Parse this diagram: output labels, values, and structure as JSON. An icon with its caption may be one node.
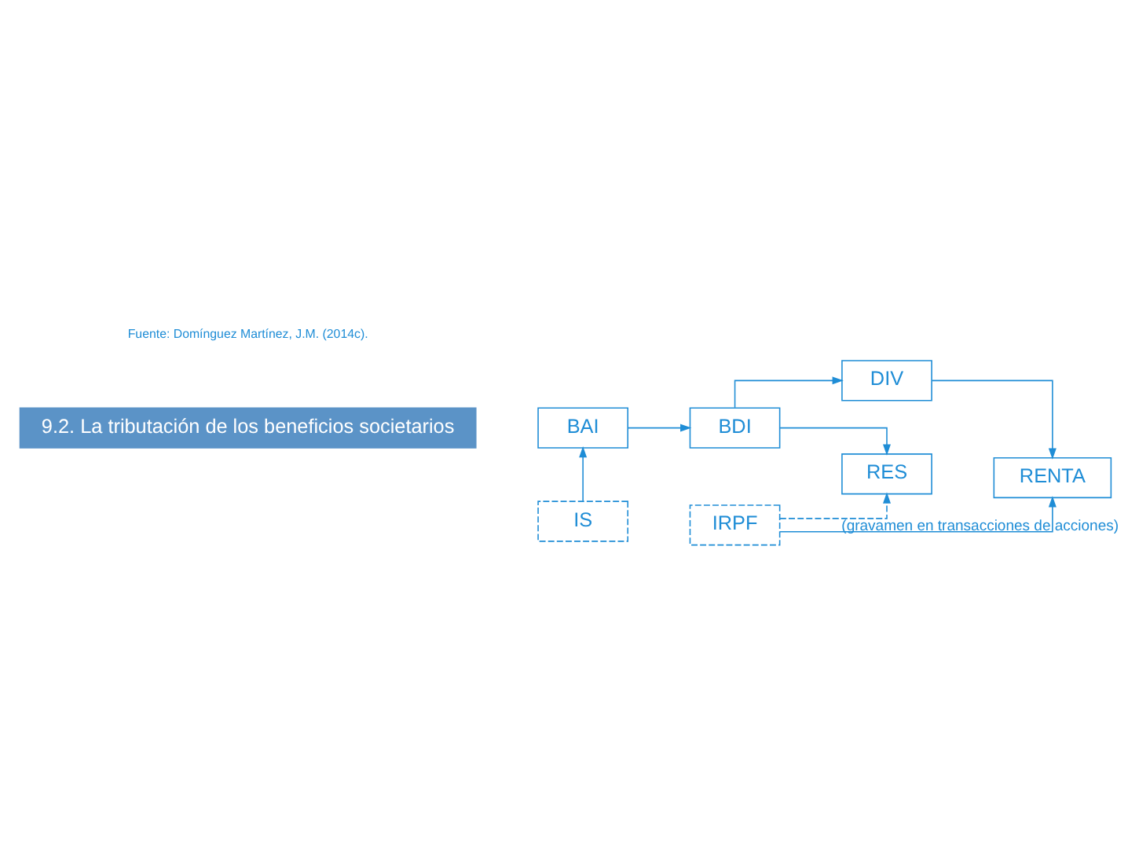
{
  "diagram": {
    "title": "9.2. La tributación de los beneficios societarios",
    "caption": "Fuente: Domínguez Martínez, J.M. (2014c).",
    "nodes": [
      {
        "text": [
          "BAI"
        ]
      },
      {
        "text": [
          "IS"
        ]
      },
      {
        "text": [
          "BDI"
        ]
      },
      {
        "text": [
          "RES"
        ]
      },
      {
        "text": [
          "DIV"
        ]
      },
      {
        "text": [
          "RENTA"
        ]
      },
      {
        "text": [
          "IRPF"
        ]
      }
    ],
    "edges": [
      {
        "from": 0,
        "to": 2,
        "arrow": "to"
      },
      {
        "from": 1,
        "to": 0,
        "arrow": "to"
      },
      {
        "from": 2,
        "to": 3,
        "arrow": "to"
      },
      {
        "from": 2,
        "to": 4,
        "arrow": "to"
      },
      {
        "from": 4,
        "to": 5,
        "arrow": "to"
      },
      {
        "from": 6,
        "to": 5,
        "arrow": "to"
      },
      {
        "from": 6,
        "to": 3,
        "arrow": "to",
        "style": "dashed",
        "label": "(gravamen en transacciones de acciones)"
      }
    ]
  }
}
